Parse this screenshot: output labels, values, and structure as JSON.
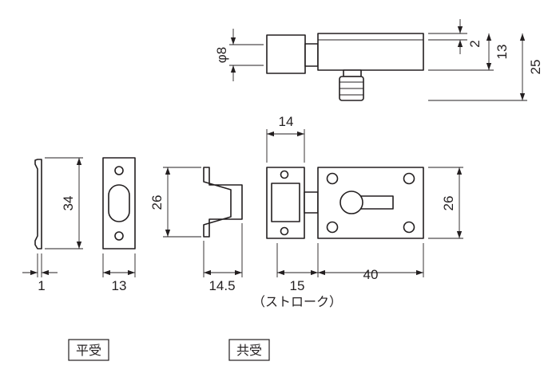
{
  "dimensions": {
    "top_diameter": "φ8",
    "top_2": "2",
    "top_13": "13",
    "top_25": "25",
    "bolt_width": "14",
    "strike_plate_height": "34",
    "strike_plate_thickness": "1",
    "strike_plate_width": "13",
    "bracket_height": "26",
    "bracket_depth": "14.5",
    "stroke": "15",
    "stroke_note": "（ストローク）",
    "body_length": "40",
    "body_height": "26"
  },
  "labels": {
    "flat_strike": "平受",
    "common_strike": "共受"
  }
}
